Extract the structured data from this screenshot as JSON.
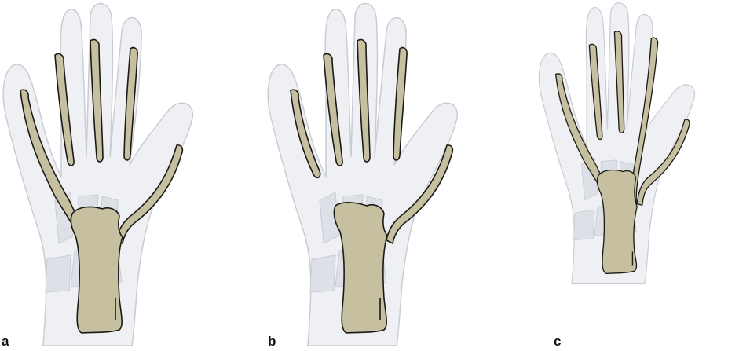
{
  "figure": {
    "panels": [
      {
        "label": "a",
        "variant": "little-finger-and-thumb-sheaths-continuous-with-carpal-sheath"
      },
      {
        "label": "b",
        "variant": "little-finger-sheath-separate-thumb-sheath-continuous"
      },
      {
        "label": "c",
        "variant": "index-and-little-finger-sheaths-continuous-with-carpal-sheath"
      }
    ]
  },
  "colors": {
    "sheath_fill": "#c6c0a1",
    "sheath_outline": "#1a1a14",
    "hand_fill": "#eef0f4",
    "hand_outline": "#c9ccd4",
    "bone_fill": "#dde0e6",
    "label": "#111111"
  }
}
